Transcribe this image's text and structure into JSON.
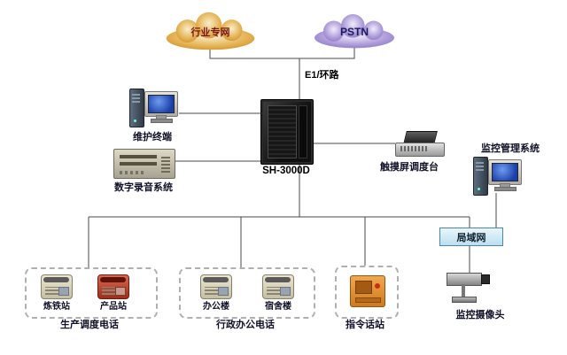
{
  "clouds": {
    "industry": {
      "label": "行业专网",
      "fill": "#e3ae4a"
    },
    "pstn": {
      "label": "PSTN",
      "fill": "#a795d6"
    }
  },
  "trunk_label": "E1/环路",
  "nodes": {
    "maintenance_terminal": {
      "label": "维护终端"
    },
    "recording_system": {
      "label": "数字录音系统"
    },
    "main_switch": {
      "label": "SH-3000D"
    },
    "touch_console": {
      "label": "触摸屏调度台"
    },
    "monitoring_system": {
      "label": "监控管理系统"
    },
    "lan": {
      "label": "局域网"
    },
    "camera": {
      "label": "监控摄像头"
    }
  },
  "groups": [
    {
      "label": "生产调度电话",
      "items": [
        {
          "label": "炼铁站"
        },
        {
          "label": "产品站"
        }
      ]
    },
    {
      "label": "行政办公电话",
      "items": [
        {
          "label": "办公楼"
        },
        {
          "label": "宿舍楼"
        }
      ]
    },
    {
      "label": "指令话站",
      "items": []
    }
  ],
  "colors": {
    "industry_cloud": "#e3ae4a",
    "pstn_cloud": "#a795d6",
    "lan_fill": "#cde9f5",
    "command_station": "#e08a2e",
    "red_phone": "#a02c1c",
    "connector_line": "#4a4a4a"
  }
}
